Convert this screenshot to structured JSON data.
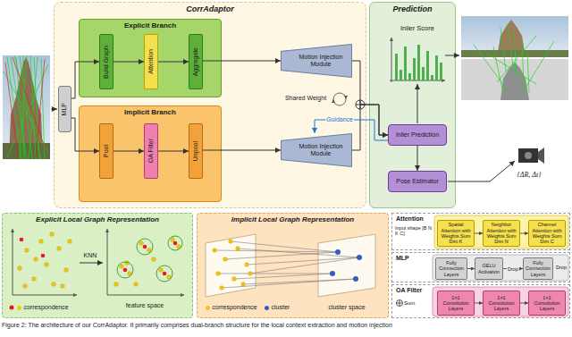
{
  "diagram": {
    "caption": "Figure 2: The architecture of our CorrAdaptor. It primarily comprises dual-branch structure for the local context extraction and motion injection",
    "nodes": [
      {
        "text": [
          "CorrAdaptor"
        ]
      },
      {
        "text": [
          "MLP"
        ],
        "in": 0
      },
      {
        "text": [
          "Explicit Branch"
        ],
        "in": 0
      },
      {
        "text": [
          "Build Graph"
        ],
        "in": 2
      },
      {
        "text": [
          "Attention"
        ],
        "in": 2
      },
      {
        "text": [
          "Aggregate"
        ],
        "in": 2
      },
      {
        "text": [
          "Implicit Branch"
        ],
        "in": 0
      },
      {
        "text": [
          "Pool"
        ],
        "in": 6
      },
      {
        "text": [
          "OA Filter"
        ],
        "in": 6
      },
      {
        "text": [
          "Unpool"
        ],
        "in": 6
      },
      {
        "text": [
          "Motion Injection Module"
        ],
        "in": 0
      },
      {
        "text": [
          "Motion Injection Module"
        ],
        "in": 0
      },
      {
        "text": [
          "Prediction"
        ]
      },
      {
        "text": [
          "Inlier Prediction"
        ],
        "in": 12
      },
      {
        "text": [
          "Pose Estimator"
        ],
        "in": 12
      },
      {
        "text": [
          "Explicit Local Graph Representation"
        ]
      },
      {
        "text": [
          "Implicit Local Graph Representation"
        ]
      },
      {
        "text": [
          "Attention",
          "Input shape [B N K C]"
        ]
      },
      {
        "text": [
          "Spatial Attention with Weights Sum Dim K"
        ],
        "in": 17
      },
      {
        "text": [
          "Neighbor Attention with Weights Sum Dim N"
        ],
        "in": 17
      },
      {
        "text": [
          "Channel Attention with Weights Sum Dim C"
        ],
        "in": 17
      },
      {
        "text": [
          "MLP"
        ]
      },
      {
        "text": [
          "Fully Connection Layers"
        ],
        "in": 21
      },
      {
        "text": [
          "GELU Activation"
        ],
        "in": 21
      },
      {
        "text": [
          "Fully Connection Layers"
        ],
        "in": 21
      },
      {
        "text": [
          "OA Filter",
          "Sum"
        ]
      },
      {
        "text": [
          "1×1 Convolution Layers"
        ],
        "in": 25
      },
      {
        "text": [
          "1×1 Convolution Layers"
        ],
        "in": 25
      },
      {
        "text": [
          "1×1 Convolution Layers"
        ],
        "in": 25
      }
    ],
    "edges": [
      {
        "from": 1,
        "to": 3,
        "arrow": "to"
      },
      {
        "from": 1,
        "to": 7,
        "arrow": "to"
      },
      {
        "from": 3,
        "to": 4,
        "arrow": "to"
      },
      {
        "from": 4,
        "to": 5,
        "arrow": "to"
      },
      {
        "from": 7,
        "to": 8,
        "arrow": "to"
      },
      {
        "from": 8,
        "to": 9,
        "arrow": "to"
      },
      {
        "from": 5,
        "to": 10,
        "arrow": "to"
      },
      {
        "from": 9,
        "to": 11,
        "arrow": "to"
      },
      {
        "from": 10,
        "to": 13,
        "arrow": "to"
      },
      {
        "from": 11,
        "to": 13,
        "arrow": "to"
      },
      {
        "from": 13,
        "to": 11,
        "label": "Guidance",
        "arrow": "to"
      },
      {
        "from": 13,
        "to": 14,
        "arrow": "to"
      },
      {
        "from": 18,
        "to": 19,
        "arrow": "to"
      },
      {
        "from": 19,
        "to": 20,
        "arrow": "to"
      },
      {
        "from": 22,
        "to": 23,
        "arrow": "to"
      },
      {
        "from": 23,
        "to": 24,
        "label": "Drop",
        "arrow": "to"
      },
      {
        "from": 26,
        "to": 27,
        "arrow": "to"
      },
      {
        "from": 27,
        "to": 28,
        "arrow": "to"
      }
    ],
    "labels": [
      "Inlier Score",
      "Shared Weight",
      "{ΔR, Δt}",
      "KNN",
      "feature space",
      "cluster space",
      "Drop"
    ],
    "legend": [
      {
        "text": "correspondence",
        "color": "#f2c80f"
      },
      {
        "text": "correspondence",
        "color": "#f2c80f"
      },
      {
        "text": "cluster",
        "color": "#2f5fc4"
      }
    ]
  }
}
